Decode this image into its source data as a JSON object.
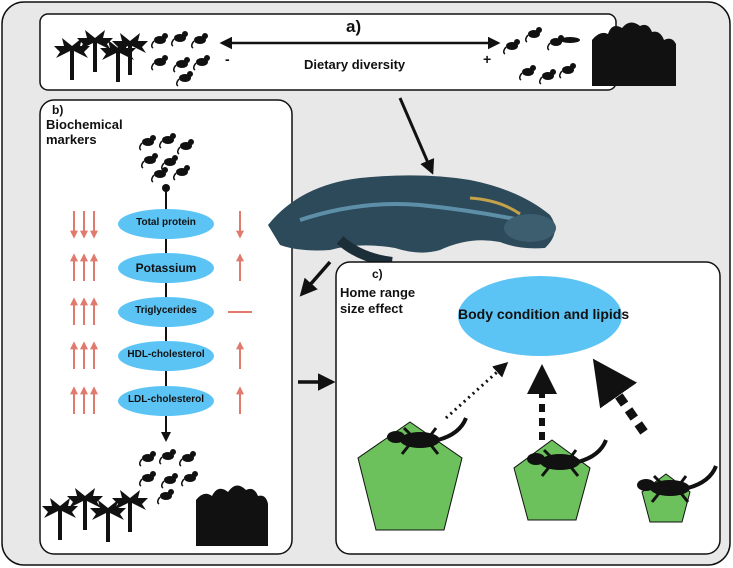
{
  "panel_a": {
    "label": "a)",
    "axis_label": "Dietary diversity",
    "minus": "-",
    "plus": "+"
  },
  "panel_b": {
    "label": "b)",
    "title_line1": "Biochemical",
    "title_line2": "markers",
    "markers": [
      "Total protein",
      "Potassium",
      "Triglycerides",
      "HDL-cholesterol",
      "LDL-cholesterol"
    ]
  },
  "panel_c": {
    "label": "c)",
    "title_line1": "Home range",
    "title_line2": "size effect",
    "center": "Body condition and lipids"
  },
  "colors": {
    "panel_bg": "#e8e8e8",
    "oval": "#5bc4f5",
    "arrow_red": "#e07a6c",
    "pentagon": "#6cc15c"
  }
}
